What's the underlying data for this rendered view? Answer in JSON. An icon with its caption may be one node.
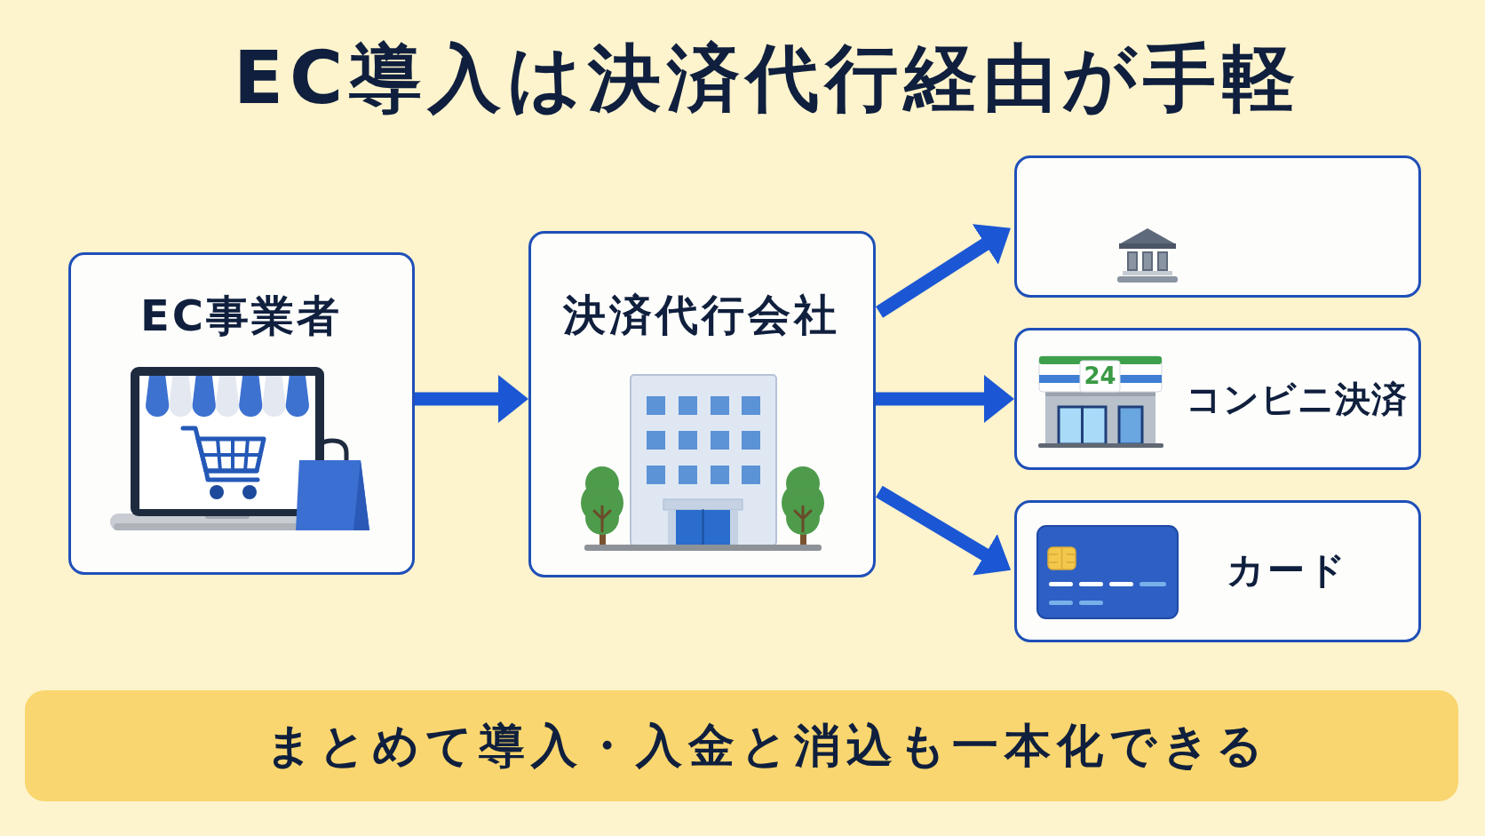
{
  "diagram": {
    "title": "EC導入は決済代行経由が手軽",
    "nodes": [
      {
        "text": [
          "EC事業者"
        ]
      },
      {
        "text": [
          "決済代行会社"
        ]
      },
      {
        "text": [],
        "shape": "box"
      },
      {
        "text": [
          "コンビニ決済"
        ]
      },
      {
        "text": [
          "カード"
        ]
      },
      {
        "text": [
          "まとめて導入・入金と消込も一本化できる"
        ]
      }
    ],
    "edges": [
      {
        "from": 0,
        "to": 1,
        "arrow": "to"
      },
      {
        "from": 1,
        "to": 2,
        "arrow": "to"
      },
      {
        "from": 1,
        "to": 3,
        "arrow": "to"
      },
      {
        "from": 1,
        "to": 4,
        "arrow": "to"
      }
    ],
    "labels": [
      "24"
    ]
  }
}
